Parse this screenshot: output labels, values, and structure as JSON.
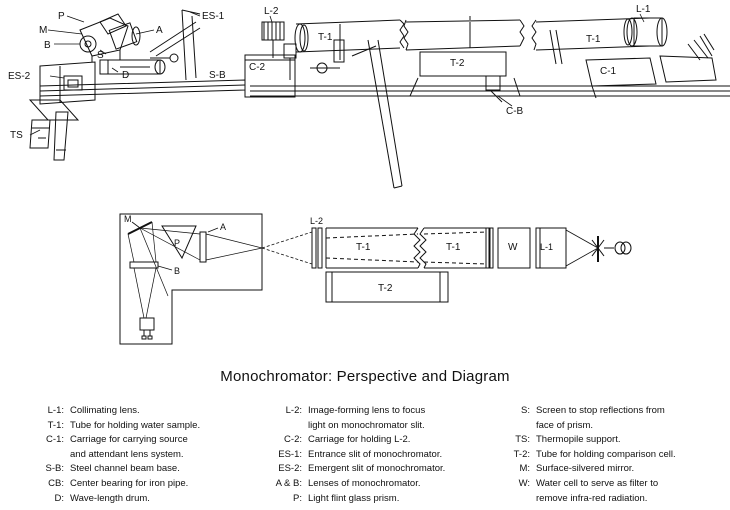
{
  "perspective_labels": {
    "P": "P",
    "M": "M",
    "B": "B",
    "A": "A",
    "S": "S",
    "D": "D",
    "ES1": "ES-1",
    "ES2": "ES-2",
    "TS": "TS",
    "SB": "S-B",
    "L2": "L-2",
    "C2": "C-2",
    "T1a": "T-1",
    "T2": "T-2",
    "CB": "C-B",
    "T1b": "T-1",
    "L1": "L-1",
    "C1": "C-1"
  },
  "diagram_labels": {
    "M": "M",
    "P": "P",
    "A": "A",
    "B": "B",
    "L2": "L-2",
    "T1a": "T-1",
    "T1b": "T-1",
    "W": "W",
    "L1": "L-1",
    "T2": "T-2"
  },
  "title": "Monochromator:  Perspective and Diagram",
  "legend": {
    "col1": [
      {
        "key": "L-1:",
        "value": "Collimating lens."
      },
      {
        "key": "T-1:",
        "value": "Tube for holding water sample."
      },
      {
        "key": "C-1:",
        "value": "Carriage for carrying source",
        "cont": "and attendant lens system."
      },
      {
        "key": "S-B:",
        "value": "Steel channel beam base."
      },
      {
        "key": "CB:",
        "value": "Center bearing for iron pipe."
      },
      {
        "key": "D:",
        "value": "Wave-length drum."
      }
    ],
    "col2": [
      {
        "key": "L-2:",
        "value": "Image-forming lens to focus",
        "cont": "light on monochromator slit."
      },
      {
        "key": "C-2:",
        "value": "Carriage for holding L-2."
      },
      {
        "key": "ES-1:",
        "value": "Entrance slit of monochromator."
      },
      {
        "key": "ES-2:",
        "value": "Emergent slit of monochromator."
      },
      {
        "key": "A & B:",
        "value": "Lenses of monochromator."
      },
      {
        "key": "P:",
        "value": "Light flint glass prism."
      }
    ],
    "col3": [
      {
        "key": "S:",
        "value": "Screen to stop reflections from",
        "cont": "face of prism."
      },
      {
        "key": "TS:",
        "value": "Thermopile support."
      },
      {
        "key": "T-2:",
        "value": "Tube for holding comparison cell."
      },
      {
        "key": "M:",
        "value": "Surface-silvered mirror."
      },
      {
        "key": "W:",
        "value": "Water cell to serve as filter to",
        "cont": "remove infra-red radiation."
      }
    ]
  }
}
